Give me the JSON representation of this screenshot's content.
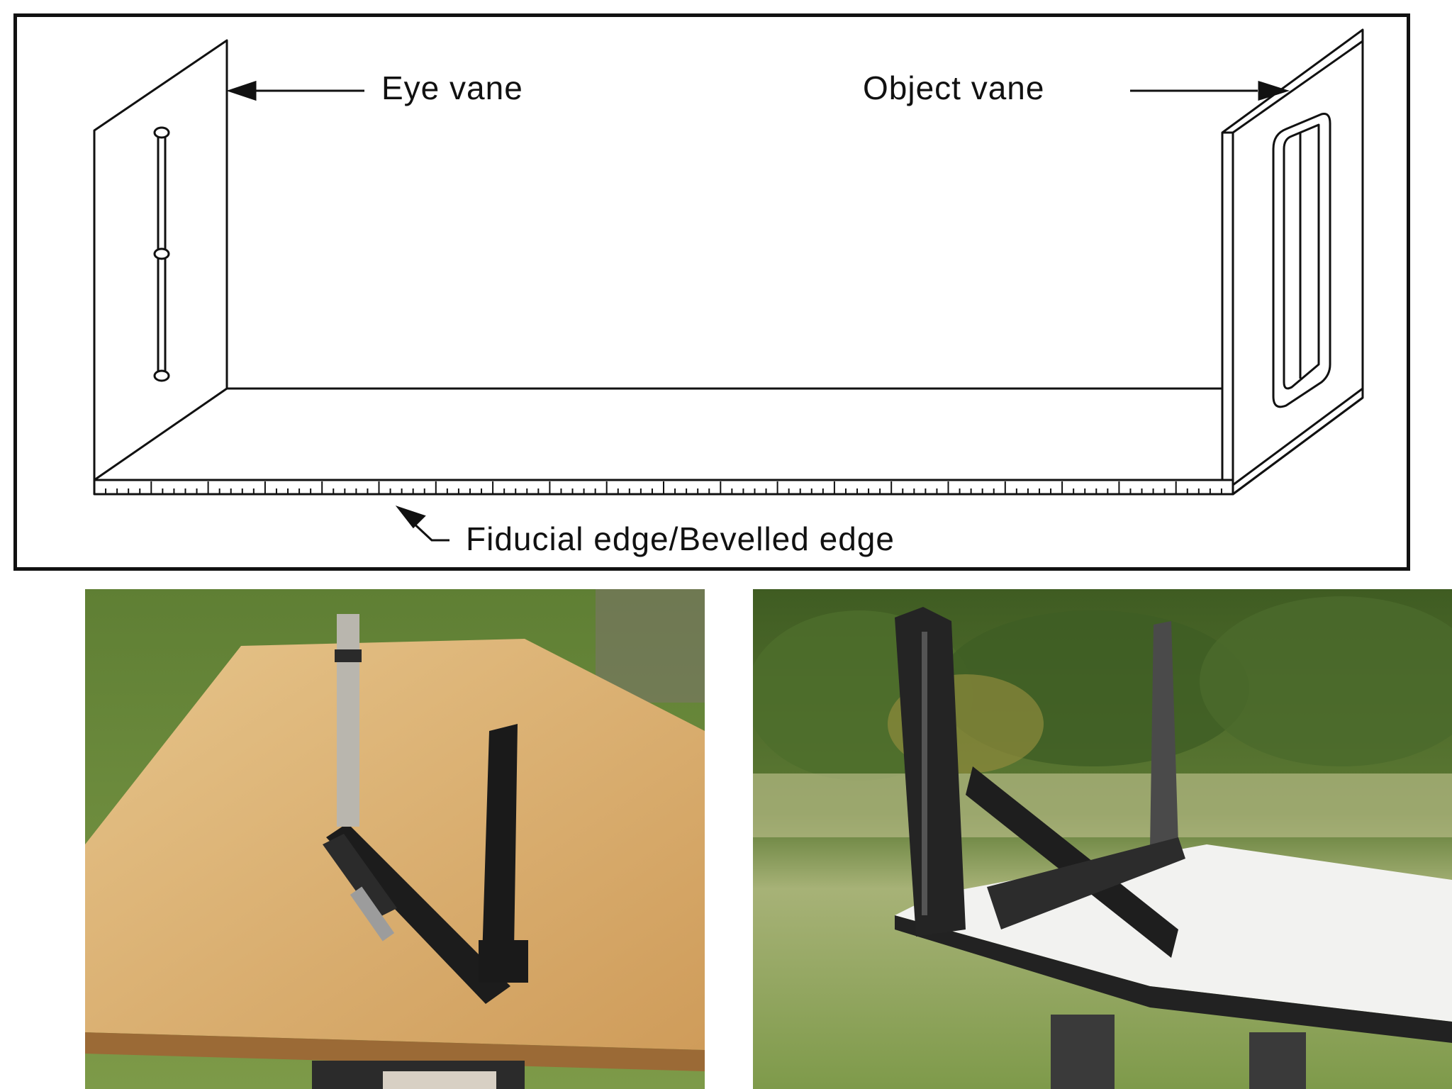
{
  "diagram": {
    "labels": {
      "eye_vane": "Eye vane",
      "object_vane": "Object vane",
      "fiducial_edge": "Fiducial edge/Bevelled edge"
    },
    "colors": {
      "line": "#111111",
      "background": "#ffffff"
    }
  },
  "photos": {
    "left": {
      "description_icon": "alidade-on-wooden-plane-table-photo",
      "colors": {
        "grass": "#6f8f3e",
        "table": "#dcae6e",
        "alidade": "#1c1c1c"
      }
    },
    "right": {
      "description_icon": "alidade-on-white-plane-table-photo",
      "colors": {
        "trees": "#4b6a2c",
        "field": "#9fb06a",
        "table": "#f2f2f0",
        "alidade": "#2a2a2a"
      }
    }
  }
}
